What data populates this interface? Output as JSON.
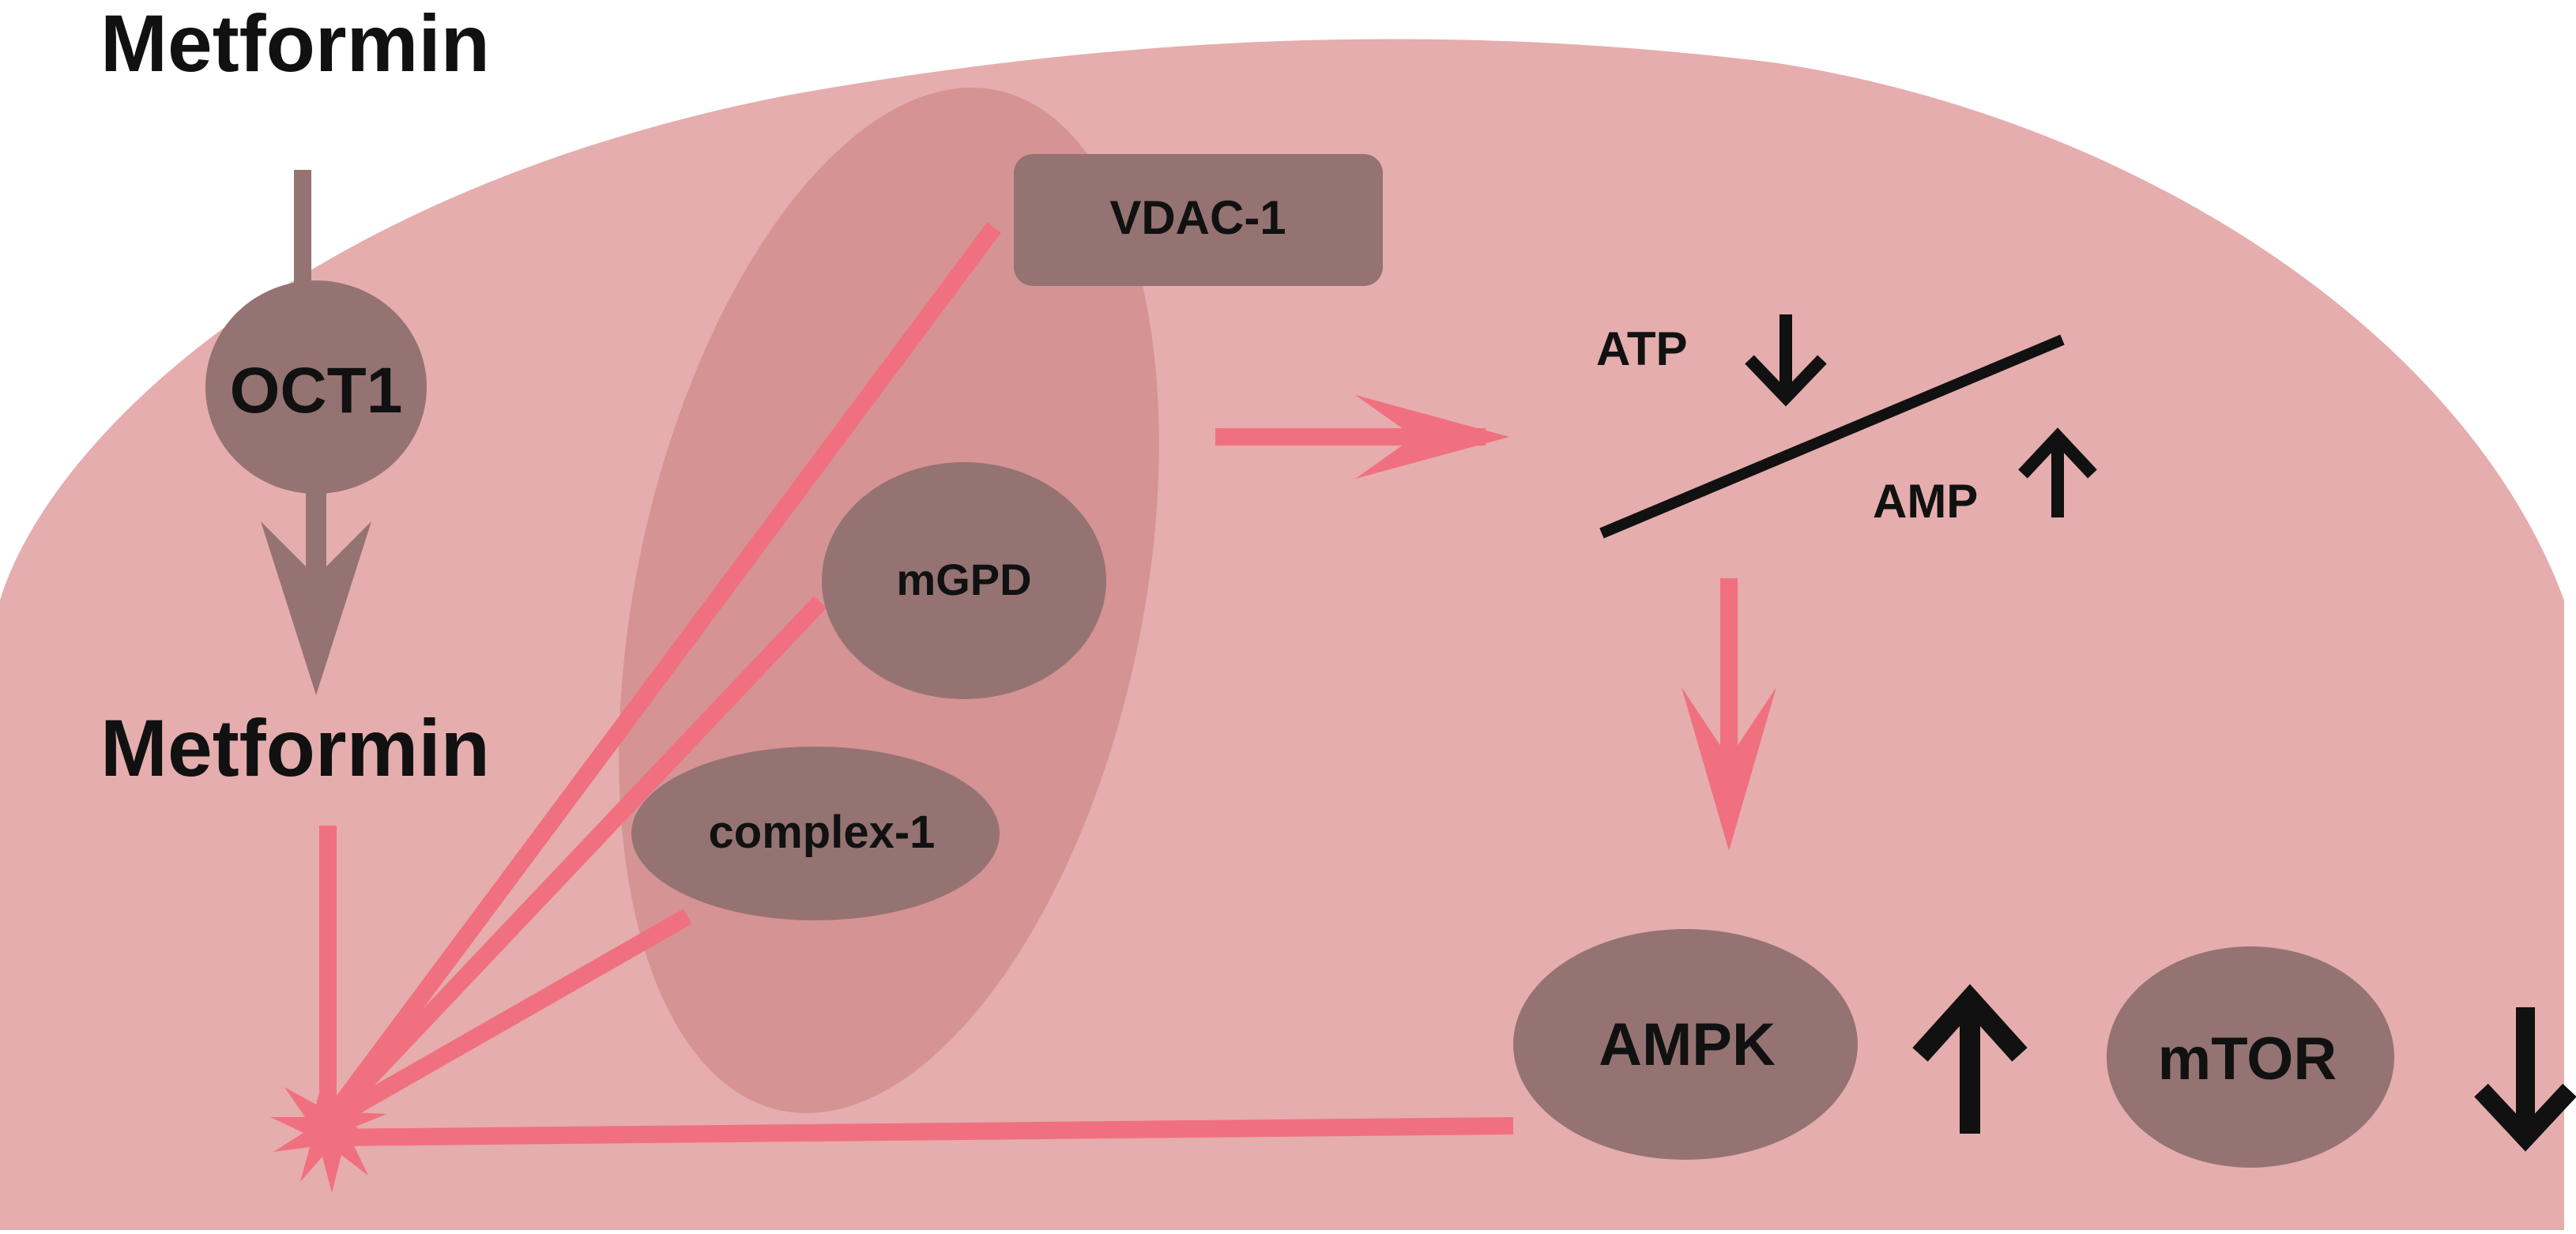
{
  "labels": {
    "metformin_outside": "Metformin",
    "transporter": "OCT1",
    "metformin_inside": "Metformin",
    "vdac": "VDAC-1",
    "mgpd": "mGPD",
    "complex1": "complex-1",
    "atp": "ATP",
    "amp": "AMP",
    "ampk": "AMPK",
    "mtor": "mTOR"
  },
  "colors": {
    "cell_fill": "#e5adad",
    "mito_fill": "#d69393",
    "node_fill": "#957373",
    "inhibition_line": "#f07080",
    "arrow_outside": "#957373",
    "text": "#111111",
    "background": "#ffffff"
  },
  "indicators": {
    "atp": "down",
    "amp": "up",
    "ampk": "up",
    "mtor": "down"
  }
}
